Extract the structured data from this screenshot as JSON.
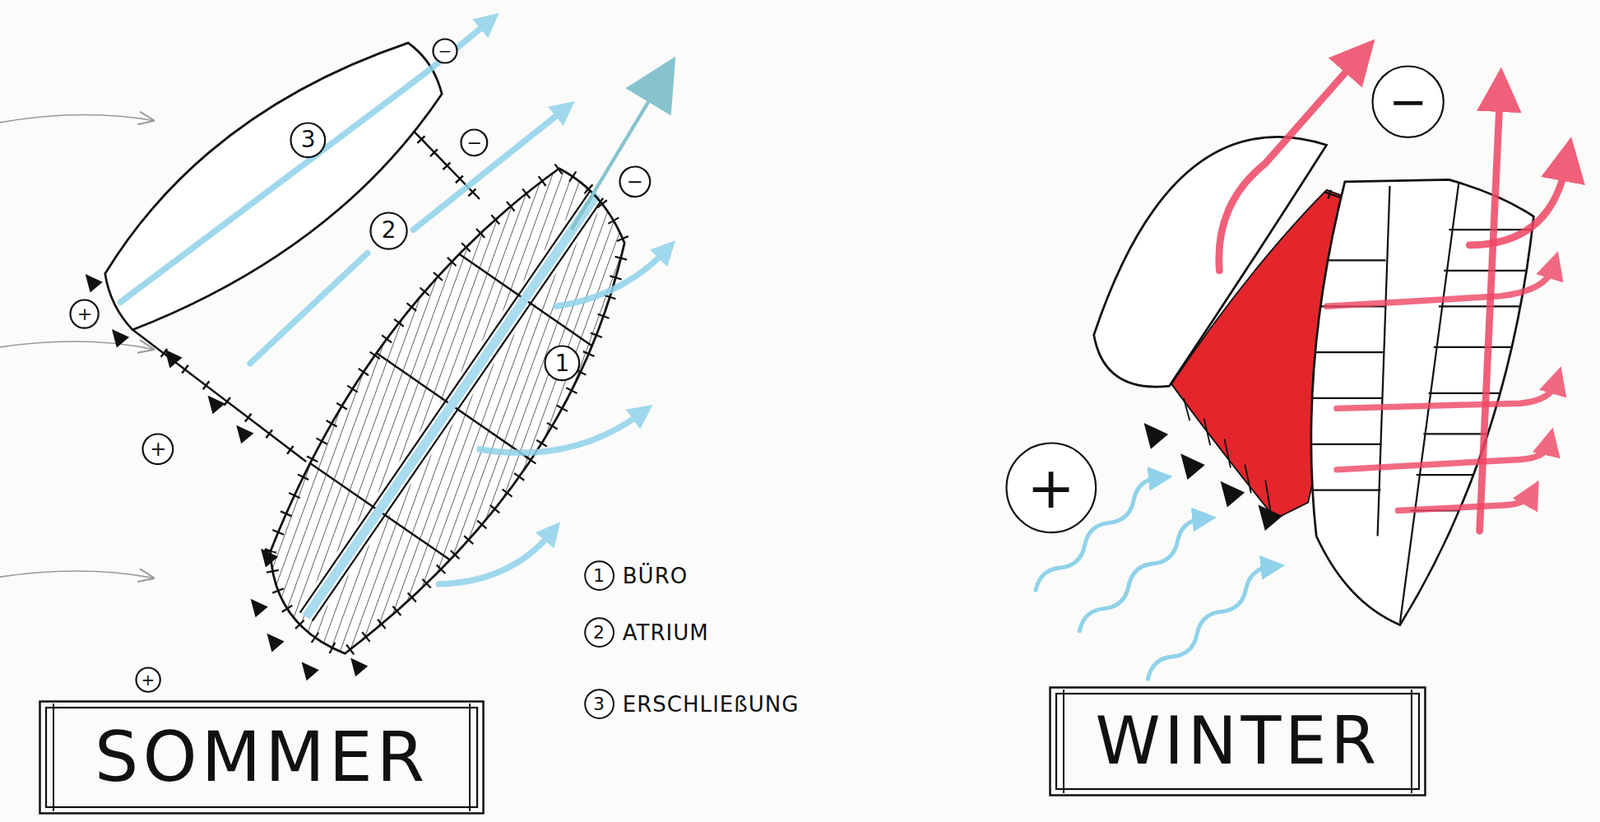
{
  "diagram": {
    "nodes": [
      {
        "text": [
          "3"
        ]
      },
      {
        "text": [
          "2"
        ]
      },
      {
        "text": [
          "1"
        ]
      },
      {
        "text": [
          "−"
        ]
      },
      {
        "text": [
          "−"
        ]
      },
      {
        "text": [
          "−"
        ]
      },
      {
        "text": [
          "+"
        ]
      },
      {
        "text": [
          "+"
        ]
      },
      {
        "text": [
          "+"
        ]
      },
      {
        "text": [
          "1",
          "BÜRO"
        ]
      },
      {
        "text": [
          "2",
          "ATRIUM"
        ]
      },
      {
        "text": [
          "3",
          "ERSCHLIEßUNG"
        ]
      },
      {
        "text": [
          "SOMMER"
        ]
      },
      {
        "text": [
          "−"
        ]
      },
      {
        "text": [
          "+"
        ]
      },
      {
        "text": [
          "WINTER"
        ]
      }
    ]
  }
}
